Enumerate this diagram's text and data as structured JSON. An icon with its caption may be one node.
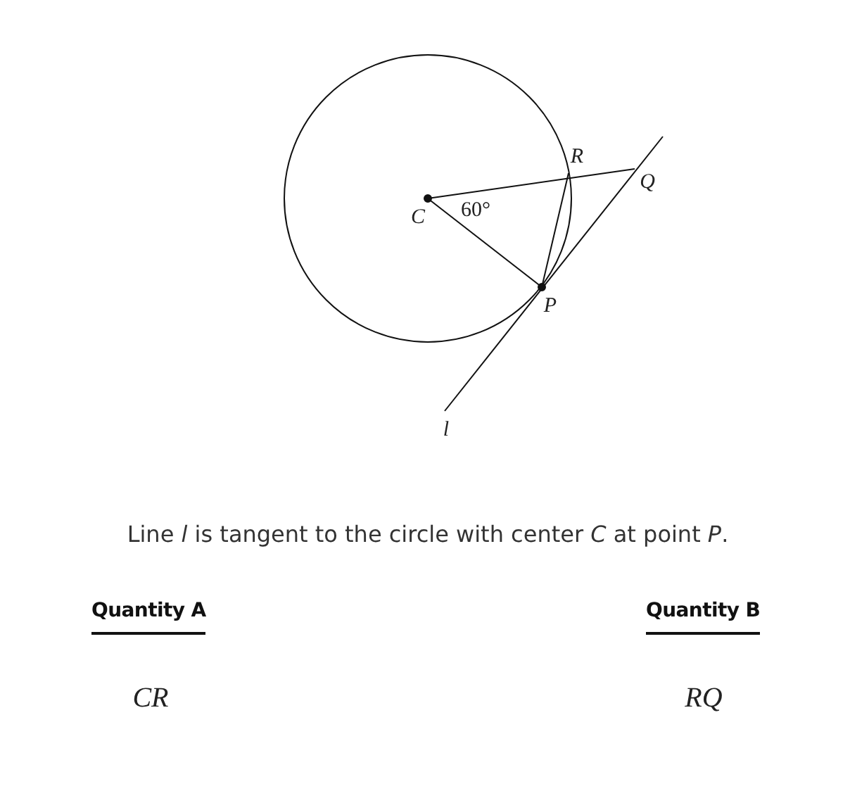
{
  "diagram": {
    "caption": "Line *l* is tangent to the circle with center *C* at point *P*.",
    "labels": [
      "R",
      "Q",
      "C",
      "60°",
      "P",
      "l",
      "Quantity A",
      "Quantity B",
      "CR",
      "RQ"
    ]
  }
}
